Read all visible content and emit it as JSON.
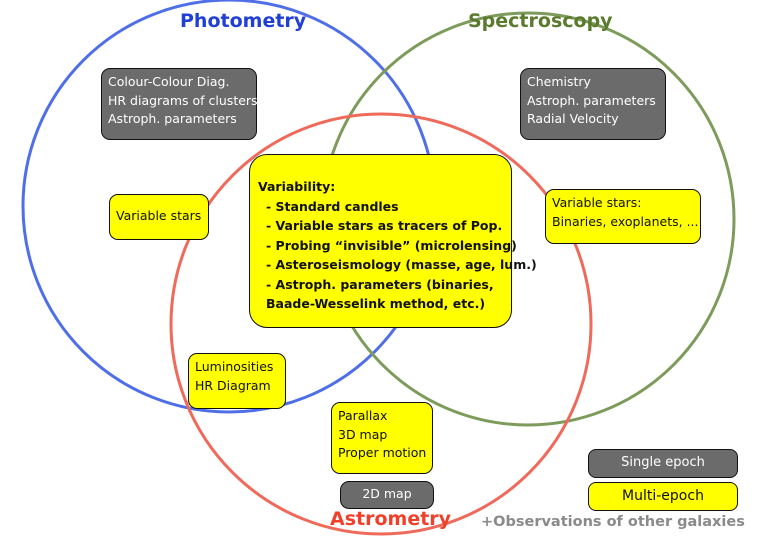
{
  "titles": {
    "photometry": "Photometry",
    "spectroscopy": "Spectroscopy",
    "astrometry": "Astrometry"
  },
  "colors": {
    "photometry": "#4f6fe8",
    "spectroscopy": "#7d9b5a",
    "astrometry": "#ef6a5a",
    "photometry_title": "#1f3fd6",
    "spectroscopy_title": "#5a7a2e",
    "astrometry_title": "#f0402a",
    "gray_box": "#6b6b6b",
    "yellow_box": "#ffff00"
  },
  "boxes": {
    "photometry_single": [
      "Colour-Colour Diag.",
      "HR diagrams of clusters",
      "Astroph. parameters"
    ],
    "spectroscopy_single": [
      "Chemistry",
      "Astroph. parameters",
      "Radial Velocity"
    ],
    "photometry_variable": [
      "Variable stars"
    ],
    "spectroscopy_variable": [
      "Variable stars:",
      "Binaries, exoplanets, ..."
    ],
    "central": {
      "heading": "Variability:",
      "items": [
        "- Standard candles",
        "- Variable stars as tracers of Pop.",
        "- Probing “invisible” (microlensing)",
        "- Asteroseismology (masse, age, lum.)",
        "- Astroph. parameters (binaries,"
      ],
      "continuation": "Baade-Wesselink method, etc.)"
    },
    "luminosities": [
      "Luminosities",
      "HR Diagram"
    ],
    "astrometry_multi": [
      "Parallax",
      "3D map",
      "Proper motion"
    ],
    "astrometry_single": [
      "2D map"
    ]
  },
  "legend": {
    "single": "Single epoch",
    "multi": "Multi-epoch"
  },
  "note": "+Observations of other galaxies"
}
